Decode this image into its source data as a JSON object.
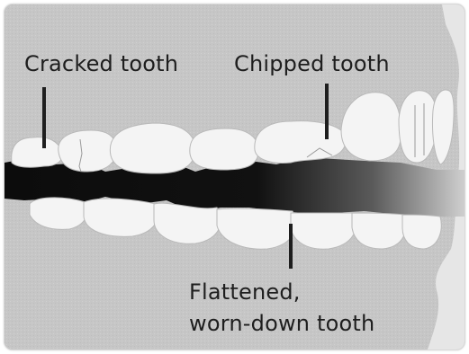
{
  "labels": {
    "cracked_tooth": "Cracked tooth",
    "chipped_tooth": "Chipped tooth",
    "flattened_line1": "Flattened,",
    "flattened_line2": "worn-down tooth"
  },
  "colors": {
    "background": "#c8c8c8",
    "tooth": "#f4f4f4",
    "mouth_gap": "#0c0c0c",
    "text": "#1e1e1e"
  }
}
